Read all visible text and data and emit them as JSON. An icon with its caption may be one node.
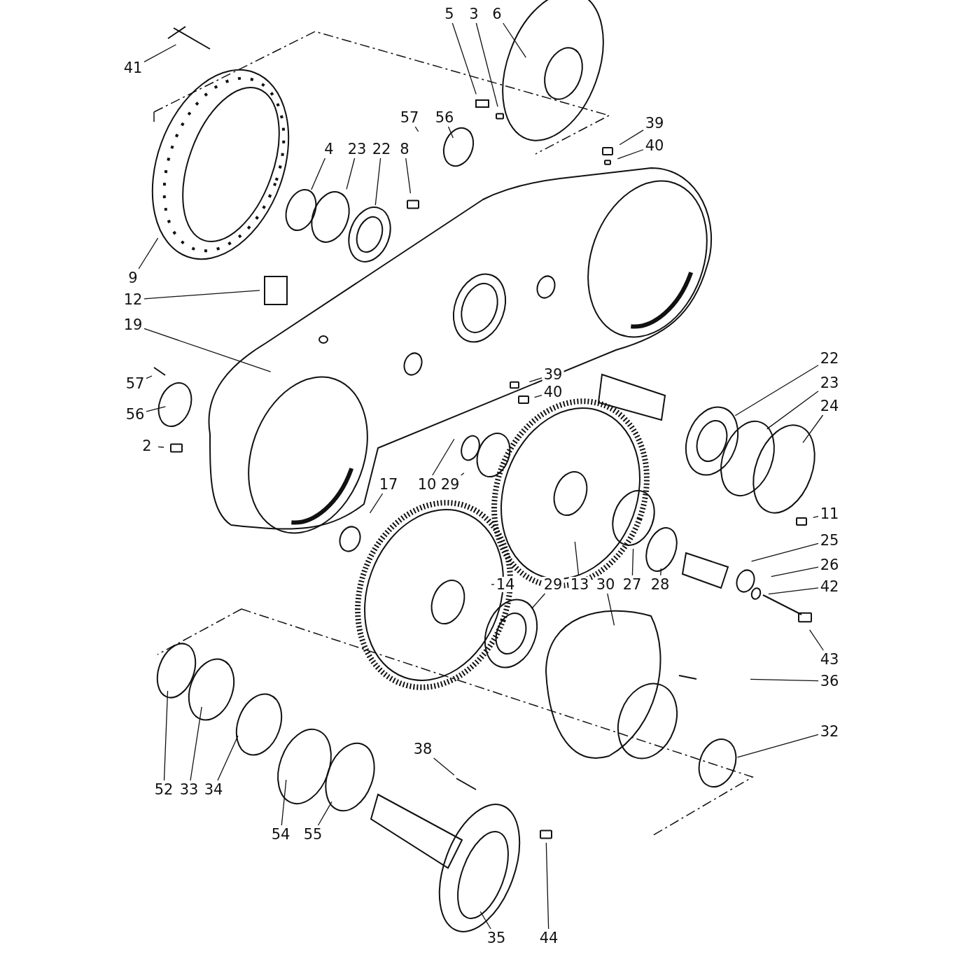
{
  "diagram": {
    "nodes": [
      {
        "text": [
          "41"
        ]
      },
      {
        "text": [
          "5"
        ]
      },
      {
        "text": [
          "3"
        ]
      },
      {
        "text": [
          "6"
        ]
      },
      {
        "text": [
          "57"
        ]
      },
      {
        "text": [
          "56"
        ]
      },
      {
        "text": [
          "39"
        ]
      },
      {
        "text": [
          "40"
        ]
      },
      {
        "text": [
          "4"
        ]
      },
      {
        "text": [
          "23"
        ]
      },
      {
        "text": [
          "22"
        ]
      },
      {
        "text": [
          "8"
        ]
      },
      {
        "text": [
          "9"
        ]
      },
      {
        "text": [
          "12"
        ]
      },
      {
        "text": [
          "19"
        ]
      },
      {
        "text": [
          "22"
        ]
      },
      {
        "text": [
          "39"
        ]
      },
      {
        "text": [
          "40"
        ]
      },
      {
        "text": [
          "23"
        ]
      },
      {
        "text": [
          "24"
        ]
      },
      {
        "text": [
          "57"
        ]
      },
      {
        "text": [
          "56"
        ]
      },
      {
        "text": [
          "2"
        ]
      },
      {
        "text": [
          "17"
        ]
      },
      {
        "text": [
          "10"
        ]
      },
      {
        "text": [
          "29"
        ]
      },
      {
        "text": [
          "11"
        ]
      },
      {
        "text": [
          "25"
        ]
      },
      {
        "text": [
          "26"
        ]
      },
      {
        "text": [
          "42"
        ]
      },
      {
        "text": [
          "14"
        ]
      },
      {
        "text": [
          "29"
        ]
      },
      {
        "text": [
          "13"
        ]
      },
      {
        "text": [
          "30"
        ]
      },
      {
        "text": [
          "27"
        ]
      },
      {
        "text": [
          "28"
        ]
      },
      {
        "text": [
          "43"
        ]
      },
      {
        "text": [
          "36"
        ]
      },
      {
        "text": [
          "32"
        ]
      },
      {
        "text": [
          "38"
        ]
      },
      {
        "text": [
          "52"
        ]
      },
      {
        "text": [
          "33"
        ]
      },
      {
        "text": [
          "34"
        ]
      },
      {
        "text": [
          "54"
        ]
      },
      {
        "text": [
          "55"
        ]
      },
      {
        "text": [
          "35"
        ]
      },
      {
        "text": [
          "44"
        ]
      }
    ],
    "edges": [
      {
        "from": 0,
        "to": null,
        "arrow": "none"
      },
      {
        "from": 1,
        "to": null,
        "arrow": "none"
      },
      {
        "from": 2,
        "to": null,
        "arrow": "none"
      },
      {
        "from": 3,
        "to": null,
        "arrow": "none"
      },
      {
        "from": 4,
        "to": null,
        "arrow": "none"
      },
      {
        "from": 5,
        "to": null,
        "arrow": "none"
      },
      {
        "from": 6,
        "to": null,
        "arrow": "none"
      },
      {
        "from": 7,
        "to": null,
        "arrow": "none"
      },
      {
        "from": 8,
        "to": null,
        "arrow": "none"
      },
      {
        "from": 9,
        "to": null,
        "arrow": "none"
      },
      {
        "from": 10,
        "to": null,
        "arrow": "none"
      },
      {
        "from": 11,
        "to": null,
        "arrow": "none"
      },
      {
        "from": 12,
        "to": null,
        "arrow": "none"
      },
      {
        "from": 13,
        "to": null,
        "arrow": "none"
      },
      {
        "from": 14,
        "to": null,
        "arrow": "none"
      },
      {
        "from": 15,
        "to": null,
        "arrow": "none"
      },
      {
        "from": 16,
        "to": null,
        "arrow": "none"
      },
      {
        "from": 17,
        "to": null,
        "arrow": "none"
      },
      {
        "from": 18,
        "to": null,
        "arrow": "none"
      },
      {
        "from": 19,
        "to": null,
        "arrow": "none"
      },
      {
        "from": 20,
        "to": null,
        "arrow": "none"
      },
      {
        "from": 21,
        "to": null,
        "arrow": "none"
      },
      {
        "from": 22,
        "to": null,
        "arrow": "none"
      },
      {
        "from": 23,
        "to": null,
        "arrow": "none"
      },
      {
        "from": 24,
        "to": null,
        "arrow": "none"
      },
      {
        "from": 25,
        "to": null,
        "arrow": "none"
      },
      {
        "from": 26,
        "to": null,
        "arrow": "none"
      },
      {
        "from": 27,
        "to": null,
        "arrow": "none"
      },
      {
        "from": 28,
        "to": null,
        "arrow": "none"
      },
      {
        "from": 29,
        "to": null,
        "arrow": "none"
      },
      {
        "from": 30,
        "to": null,
        "arrow": "none"
      },
      {
        "from": 31,
        "to": null,
        "arrow": "none"
      },
      {
        "from": 32,
        "to": null,
        "arrow": "none"
      },
      {
        "from": 33,
        "to": null,
        "arrow": "none"
      },
      {
        "from": 34,
        "to": null,
        "arrow": "none"
      },
      {
        "from": 35,
        "to": null,
        "arrow": "none"
      },
      {
        "from": 36,
        "to": null,
        "arrow": "none"
      },
      {
        "from": 37,
        "to": null,
        "arrow": "none"
      },
      {
        "from": 38,
        "to": null,
        "arrow": "none"
      },
      {
        "from": 39,
        "to": null,
        "arrow": "none"
      },
      {
        "from": 40,
        "to": null,
        "arrow": "none"
      },
      {
        "from": 41,
        "to": null,
        "arrow": "none"
      },
      {
        "from": 42,
        "to": null,
        "arrow": "none"
      },
      {
        "from": 43,
        "to": null,
        "arrow": "none"
      },
      {
        "from": 44,
        "to": null,
        "arrow": "none"
      },
      {
        "from": 45,
        "to": null,
        "arrow": "none"
      },
      {
        "from": 46,
        "to": null,
        "arrow": "none"
      }
    ]
  }
}
